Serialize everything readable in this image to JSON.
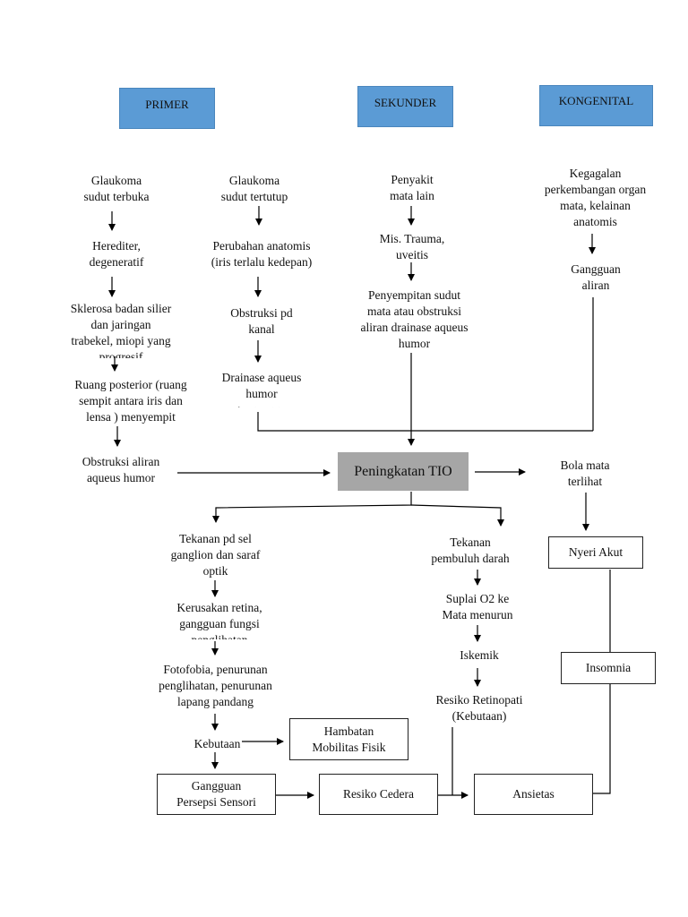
{
  "headers": {
    "primer": "PRIMER",
    "sekunder": "SEKUNDER",
    "kongenital": "KONGENITAL"
  },
  "primer_open": {
    "cause": "Glaukoma\nsudut terbuka",
    "step1": "Herediter,\ndegeneratif",
    "step2": "Sklerosa badan silier\ndan jaringan\ntrabekel, miopi yang\nprogresif",
    "step3": "Ruang posterior (ruang\nsempit antara iris dan\nlensa ) menyempit",
    "step4": "Obstruksi aliran\naqueus humor"
  },
  "primer_closed": {
    "cause": "Glaukoma\nsudut tertutup",
    "step1": "Perubahan anatomis\n(iris terlalu kedepan)",
    "step2": "Obstruksi pd\nkanal",
    "step3": "Drainase aqueus\nhumor\nterganggu"
  },
  "sekunder": {
    "cause": "Penyakit\nmata lain",
    "step1": "Mis. Trauma,\nuveitis",
    "step2": "Penyempitan sudut\nmata atau obstruksi\naliran drainase aqueus\nhumor"
  },
  "kongenital": {
    "cause": "Kegagalan\nperkembangan organ\nmata, kelainan\nanatomis",
    "step1": "Gangguan\naliran"
  },
  "center": {
    "tio": "Peningkatan TIO",
    "bola": "Bola mata\nterlihat"
  },
  "left_branch": {
    "n1": "Tekanan pd sel\nganglion dan saraf\noptik",
    "n2": "Kerusakan retina,\ngangguan fungsi\npenglihatan",
    "n3": "Fotofobia, penurunan\npenglihatan, penurunan\nlapang pandang",
    "n4": "Kebutaan"
  },
  "mid_branch": {
    "n1": "Tekanan\npembuluh darah",
    "n2": "Suplai O2 ke\nMata menurun",
    "n3": "Iskemik",
    "n4": "Resiko Retinopati\n(Kebutaan)"
  },
  "diagnoses": {
    "hambatan": "Hambatan\nMobilitas Fisik",
    "persepsi": "Gangguan\nPersepsi Sensori",
    "cedera": "Resiko Cedera",
    "ansietas": "Ansietas",
    "nyeri": "Nyeri Akut",
    "insomnia": "Insomnia"
  },
  "colors": {
    "header_fill": "#5b9bd5",
    "tio_fill": "#a6a6a6",
    "line": "#000000"
  }
}
